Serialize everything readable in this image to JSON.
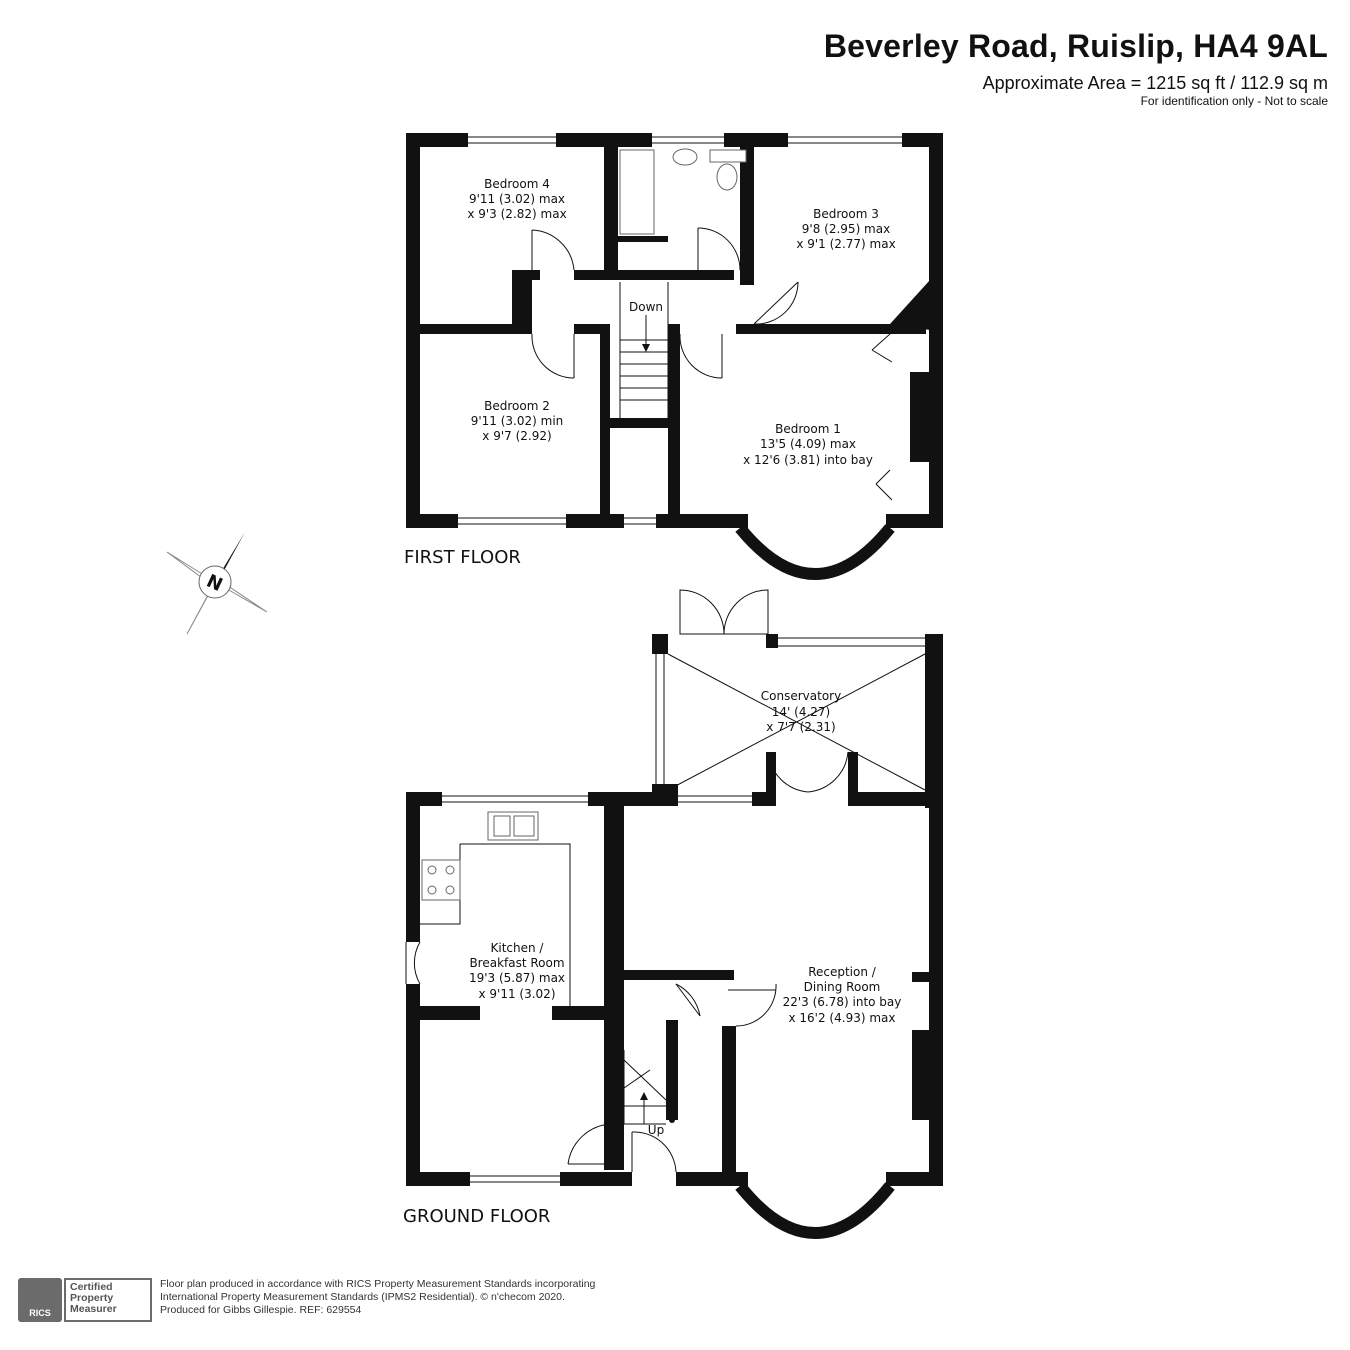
{
  "header": {
    "title": "Beverley Road, Ruislip, HA4 9AL",
    "area": "Approximate Area = 1215 sq ft / 112.9 sq m",
    "note": "For identification only - Not to scale"
  },
  "floors": {
    "first": "FIRST FLOOR",
    "ground": "GROUND FLOOR"
  },
  "rooms": {
    "bedroom4": [
      "Bedroom 4",
      "9'11 (3.02) max",
      "x 9'3 (2.82) max"
    ],
    "bedroom3": [
      "Bedroom 3",
      "9'8 (2.95) max",
      "x 9'1 (2.77) max"
    ],
    "bedroom2": [
      "Bedroom 2",
      "9'11 (3.02) min",
      "x 9'7 (2.92)"
    ],
    "bedroom1": [
      "Bedroom 1",
      "13'5 (4.09) max",
      "x 12'6 (3.81) into bay"
    ],
    "conservatory": [
      "Conservatory",
      "14' (4.27)",
      "x 7'7 (2.31)"
    ],
    "kitchen": [
      "Kitchen /",
      "Breakfast Room",
      "19'3 (5.87) max",
      "x 9'11 (3.02)"
    ],
    "reception": [
      "Reception /",
      "Dining Room",
      "22'3 (6.78) into bay",
      "x 16'2 (4.93) max"
    ]
  },
  "stairs": {
    "down": "Down",
    "up": "Up"
  },
  "compass": "N",
  "footer": {
    "logo": "RICS",
    "badge": [
      "Certified",
      "Property",
      "Measurer"
    ],
    "lines": [
      "Floor plan produced in accordance with RICS Property Measurement Standards incorporating",
      "International Property Measurement Standards (IPMS2 Residential).  © n'checom 2020.",
      "Produced for Gibbs Gillespie.   REF: 629554"
    ]
  },
  "colors": {
    "wall": "#111111",
    "fixture": "#666666"
  }
}
